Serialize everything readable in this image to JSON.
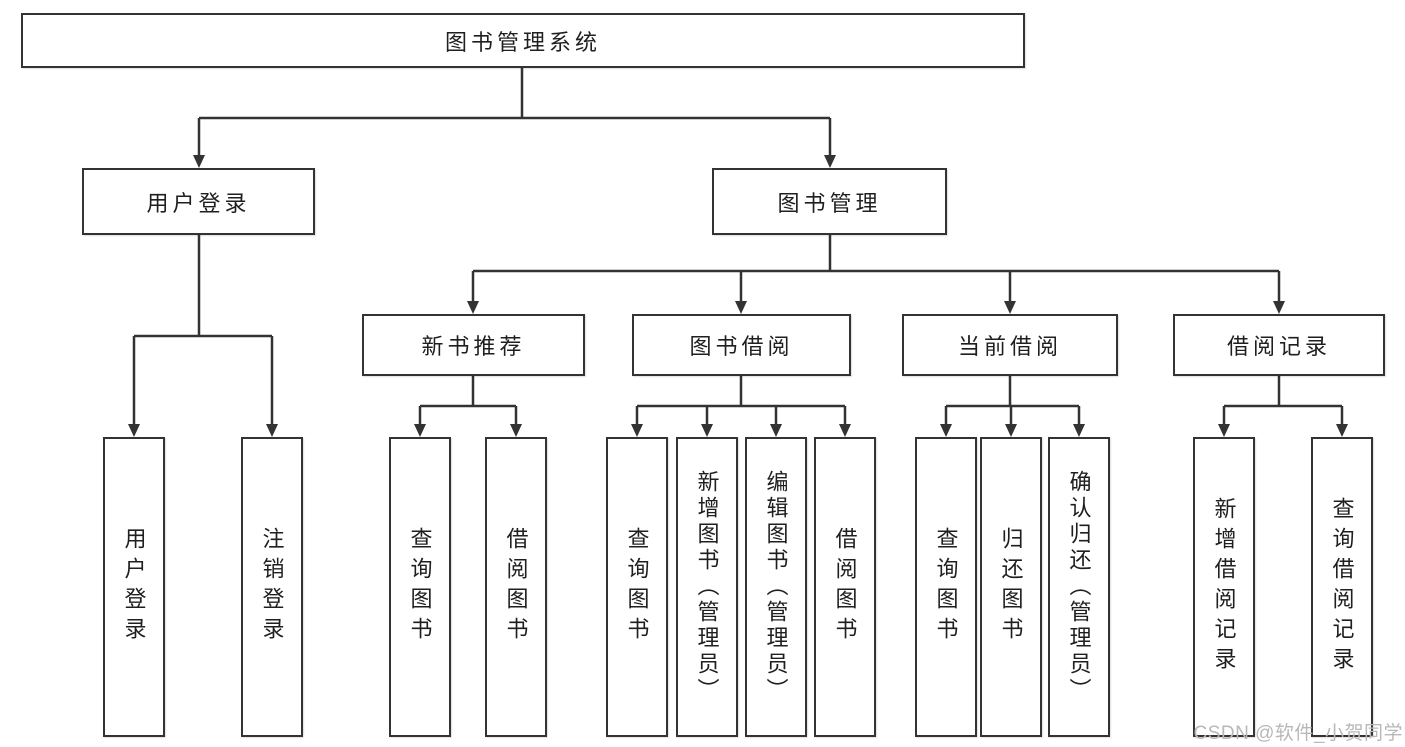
{
  "diagram": {
    "root": {
      "label": "图书管理系统"
    },
    "branches": [
      {
        "label": "用户登录",
        "children": [
          {
            "label": "用户登录"
          },
          {
            "label": "注销登录"
          }
        ]
      },
      {
        "label": "图书管理",
        "children": [
          {
            "label": "新书推荐",
            "children": [
              {
                "label": "查询图书"
              },
              {
                "label": "借阅图书"
              }
            ]
          },
          {
            "label": "图书借阅",
            "children": [
              {
                "label": "查询图书"
              },
              {
                "label": "新增图书（管理员）"
              },
              {
                "label": "编辑图书（管理员）"
              },
              {
                "label": "借阅图书"
              }
            ]
          },
          {
            "label": "当前借阅",
            "children": [
              {
                "label": "查询图书"
              },
              {
                "label": "归还图书"
              },
              {
                "label": "确认归还（管理员）"
              }
            ]
          },
          {
            "label": "借阅记录",
            "children": [
              {
                "label": "新增借阅记录"
              },
              {
                "label": "查询借阅记录"
              }
            ]
          }
        ]
      }
    ]
  },
  "watermark": {
    "text": "CSDN @软件_小贺同学"
  },
  "colors": {
    "line": "#333333",
    "border": "#333333",
    "fill": "#ffffff",
    "text": "#1f1f1f",
    "watermark": "#b8b8b8"
  }
}
